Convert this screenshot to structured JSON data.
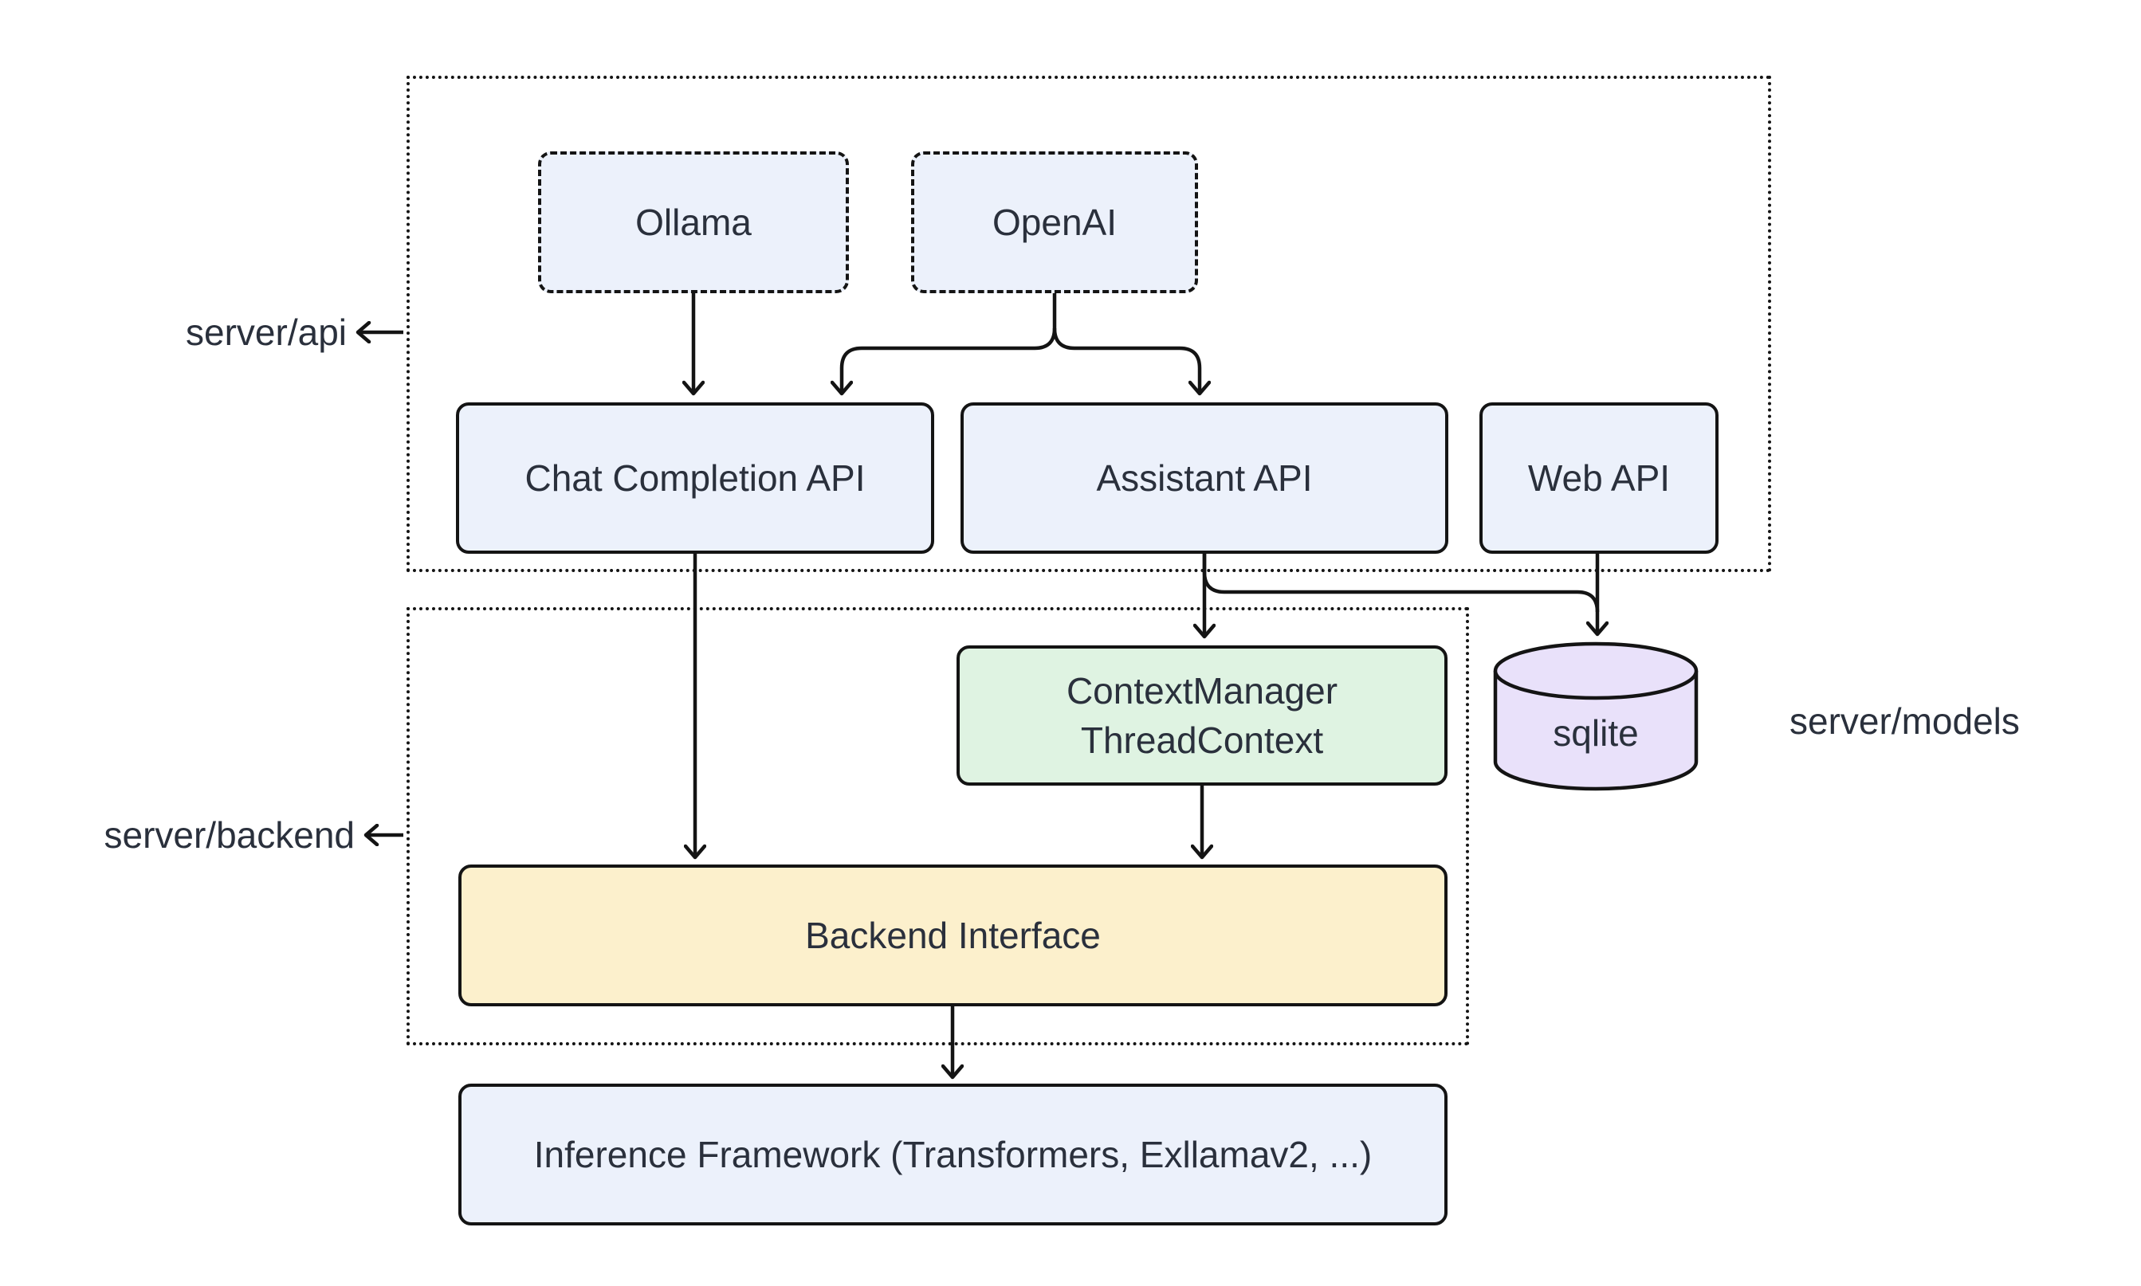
{
  "diagram": {
    "type": "architecture-diagram",
    "colors": {
      "background": "#ffffff",
      "stroke": "#141414",
      "text": "#2a303c",
      "node_blue": "#ECF1FB",
      "node_green": "#DFF3E2",
      "node_yellow": "#FCF0CC",
      "node_purple": "#E9E1FA"
    },
    "groups": {
      "api": {
        "label": "server/api"
      },
      "backend": {
        "label": "server/backend"
      }
    },
    "side_labels": {
      "models": "server/models"
    },
    "nodes": {
      "ollama": {
        "label": "Ollama",
        "style": "dashed"
      },
      "openai": {
        "label": "OpenAI",
        "style": "dashed"
      },
      "chat_completion": {
        "label": "Chat Completion API"
      },
      "assistant": {
        "label": "Assistant API"
      },
      "web": {
        "label": "Web API"
      },
      "context_manager": {
        "label": "ContextManager\nThreadContext"
      },
      "sqlite": {
        "label": "sqlite",
        "shape": "cylinder"
      },
      "backend_interface": {
        "label": "Backend Interface"
      },
      "inference_framework": {
        "label": "Inference Framework (Transformers, Exllamav2, ...)"
      }
    },
    "edges": [
      {
        "from": "ollama",
        "to": "chat_completion"
      },
      {
        "from": "openai",
        "to": "chat_completion"
      },
      {
        "from": "openai",
        "to": "assistant"
      },
      {
        "from": "assistant",
        "to": "context_manager"
      },
      {
        "from": "assistant",
        "to": "sqlite"
      },
      {
        "from": "web",
        "to": "sqlite"
      },
      {
        "from": "chat_completion",
        "to": "backend_interface"
      },
      {
        "from": "context_manager",
        "to": "backend_interface"
      },
      {
        "from": "backend_interface",
        "to": "inference_framework"
      },
      {
        "from": "api-group-border",
        "to": "server/api label"
      },
      {
        "from": "backend-group-border",
        "to": "server/backend label"
      }
    ]
  }
}
